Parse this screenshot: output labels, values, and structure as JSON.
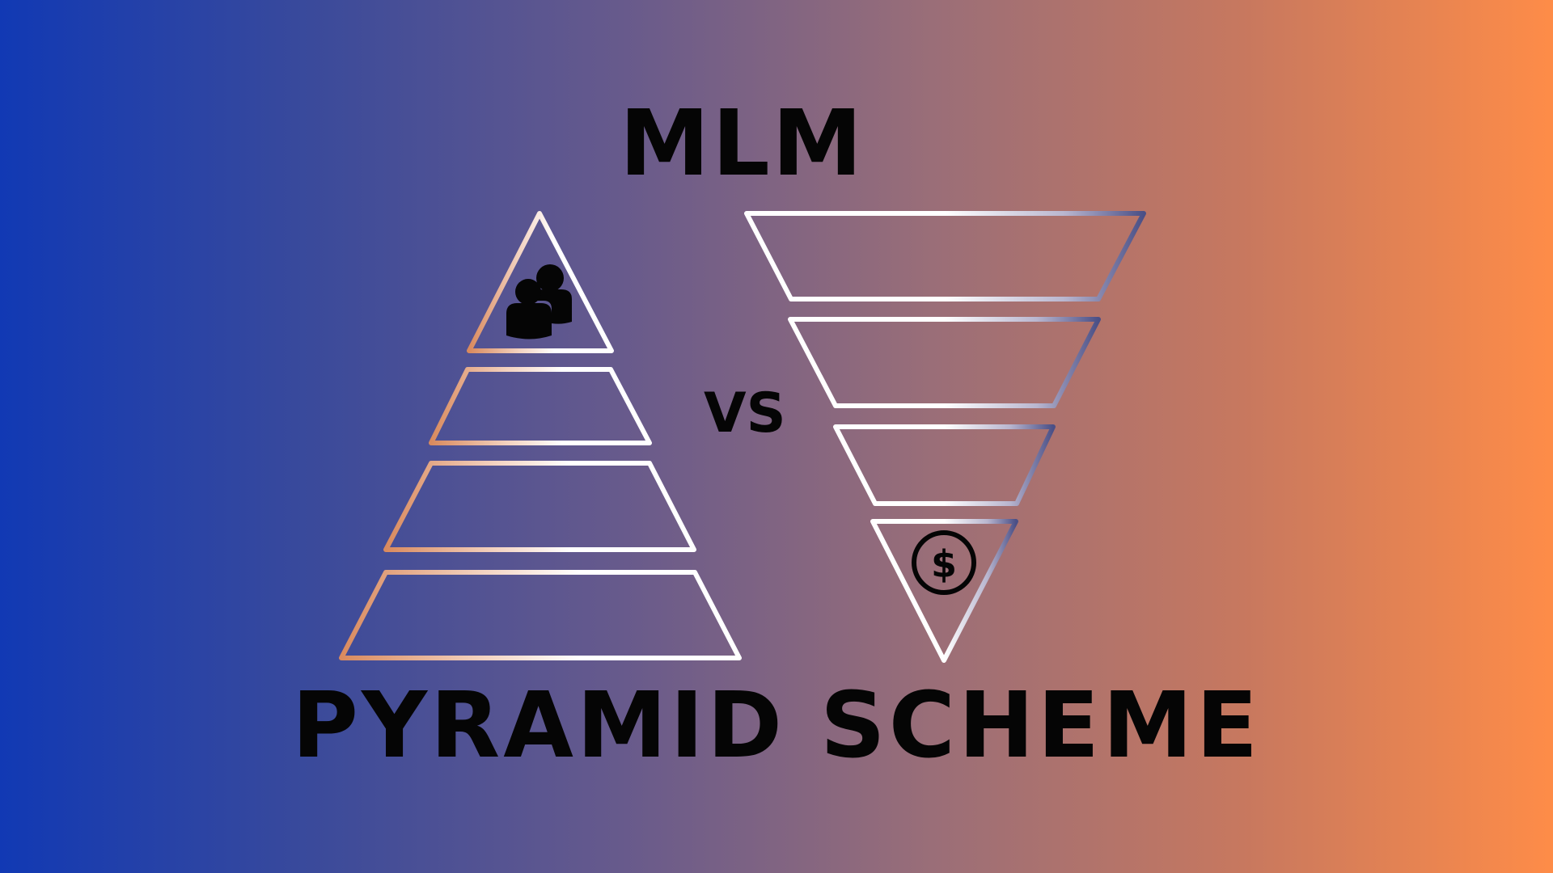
{
  "title": "MLM",
  "separator": "VS",
  "subtitle": "PYRAMID SCHEME",
  "colors": {
    "gradient_start": "#1139B4",
    "gradient_end": "#FE8C48",
    "outline": "#FFFFFF",
    "outline_accent_pyramid": "#D98A5E",
    "outline_accent_funnel": "#4A4F86",
    "text": "#050505"
  },
  "icons": {
    "pyramid_top": "people-group-icon",
    "funnel_bottom": "dollar-coin-icon"
  }
}
